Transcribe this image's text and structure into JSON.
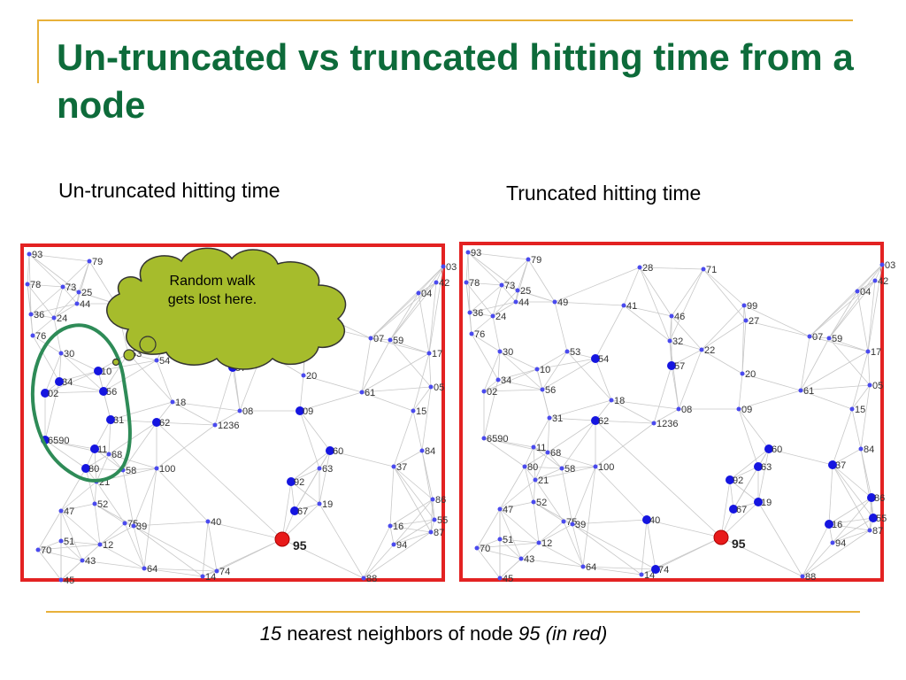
{
  "slide": {
    "title": "Un-truncated vs truncated hitting time from a node",
    "subtitle_left": "Un-truncated hitting time",
    "subtitle_right": "Truncated hitting time",
    "callout": "Random walk gets lost here.",
    "caption": {
      "count": "15",
      "text": " nearest neighbors of node ",
      "node": "95",
      "note": " (in red)"
    },
    "target_node": "95"
  },
  "colors": {
    "title": "#0d6b3a",
    "accent_line": "#e8b13a",
    "panel_border": "#e32222",
    "highlight_node": "#1515e0",
    "target_node": "#e81a1a",
    "cloud_fill": "#a6bc2c",
    "outline": "#2e8b57",
    "edge": "#c8c8c8"
  },
  "graph": {
    "nodes": [
      {
        "id": "93",
        "label": "93"
      },
      {
        "id": "79",
        "label": "79"
      },
      {
        "id": "78",
        "label": "78"
      },
      {
        "id": "73",
        "label": "73"
      },
      {
        "id": "25",
        "label": "25"
      },
      {
        "id": "44",
        "label": "44"
      },
      {
        "id": "36",
        "label": "36"
      },
      {
        "id": "24",
        "label": "24"
      },
      {
        "id": "76",
        "label": "76"
      },
      {
        "id": "30",
        "label": "30"
      },
      {
        "id": "34",
        "label": "34"
      },
      {
        "id": "10",
        "label": "10"
      },
      {
        "id": "02",
        "label": "02"
      },
      {
        "id": "56",
        "label": "56"
      },
      {
        "id": "31",
        "label": "31"
      },
      {
        "id": "65",
        "label": "6590"
      },
      {
        "id": "11",
        "label": "11"
      },
      {
        "id": "68",
        "label": "68"
      },
      {
        "id": "80",
        "label": "80"
      },
      {
        "id": "21",
        "label": "21"
      },
      {
        "id": "58",
        "label": "58"
      },
      {
        "id": "100",
        "label": "100"
      },
      {
        "id": "52",
        "label": "52"
      },
      {
        "id": "47",
        "label": "47"
      },
      {
        "id": "51",
        "label": "51"
      },
      {
        "id": "70",
        "label": "70"
      },
      {
        "id": "12",
        "label": "12"
      },
      {
        "id": "75",
        "label": "75"
      },
      {
        "id": "43",
        "label": "43"
      },
      {
        "id": "45",
        "label": "45"
      },
      {
        "id": "64",
        "label": "64"
      },
      {
        "id": "14",
        "label": "14"
      },
      {
        "id": "74",
        "label": "74"
      },
      {
        "id": "40",
        "label": "40"
      },
      {
        "id": "62",
        "label": "62"
      },
      {
        "id": "1236",
        "label": "1236"
      },
      {
        "id": "18",
        "label": "18"
      },
      {
        "id": "08",
        "label": "08"
      },
      {
        "id": "09",
        "label": "09"
      },
      {
        "id": "57",
        "label": "57"
      },
      {
        "id": "32",
        "label": "32"
      },
      {
        "id": "22",
        "label": "22"
      },
      {
        "id": "20",
        "label": "20"
      },
      {
        "id": "28",
        "label": "28"
      },
      {
        "id": "71",
        "label": "71"
      },
      {
        "id": "41",
        "label": "41"
      },
      {
        "id": "46",
        "label": "46"
      },
      {
        "id": "99",
        "label": "99"
      },
      {
        "id": "27",
        "label": "27"
      },
      {
        "id": "49",
        "label": "49"
      },
      {
        "id": "53",
        "label": "53"
      },
      {
        "id": "60",
        "label": "60"
      },
      {
        "id": "63",
        "label": "63"
      },
      {
        "id": "92",
        "label": "92"
      },
      {
        "id": "67",
        "label": "67"
      },
      {
        "id": "19",
        "label": "19"
      },
      {
        "id": "07",
        "label": "07"
      },
      {
        "id": "59",
        "label": "59"
      },
      {
        "id": "17",
        "label": "17"
      },
      {
        "id": "05",
        "label": "05"
      },
      {
        "id": "61",
        "label": "61"
      },
      {
        "id": "15",
        "label": "15"
      },
      {
        "id": "84",
        "label": "84"
      },
      {
        "id": "37",
        "label": "37"
      },
      {
        "id": "86",
        "label": "86"
      },
      {
        "id": "16",
        "label": "16"
      },
      {
        "id": "94",
        "label": "94"
      },
      {
        "id": "88",
        "label": "88"
      },
      {
        "id": "87",
        "label": "87"
      },
      {
        "id": "55",
        "label": "55"
      },
      {
        "id": "42",
        "label": "42"
      },
      {
        "id": "04",
        "label": "04"
      },
      {
        "id": "03",
        "label": "03"
      },
      {
        "id": "54",
        "label": "54"
      },
      {
        "id": "39",
        "label": "39"
      },
      {
        "id": "95",
        "label": "95"
      }
    ],
    "highlight_left": [
      "80",
      "34",
      "10",
      "56",
      "02",
      "31",
      "62",
      "65",
      "11",
      "57",
      "09",
      "60",
      "92",
      "67",
      "95"
    ],
    "highlight_right": [
      "60",
      "63",
      "92",
      "67",
      "19",
      "57",
      "62",
      "86",
      "55",
      "37",
      "54",
      "74",
      "40",
      "16",
      "95"
    ]
  }
}
